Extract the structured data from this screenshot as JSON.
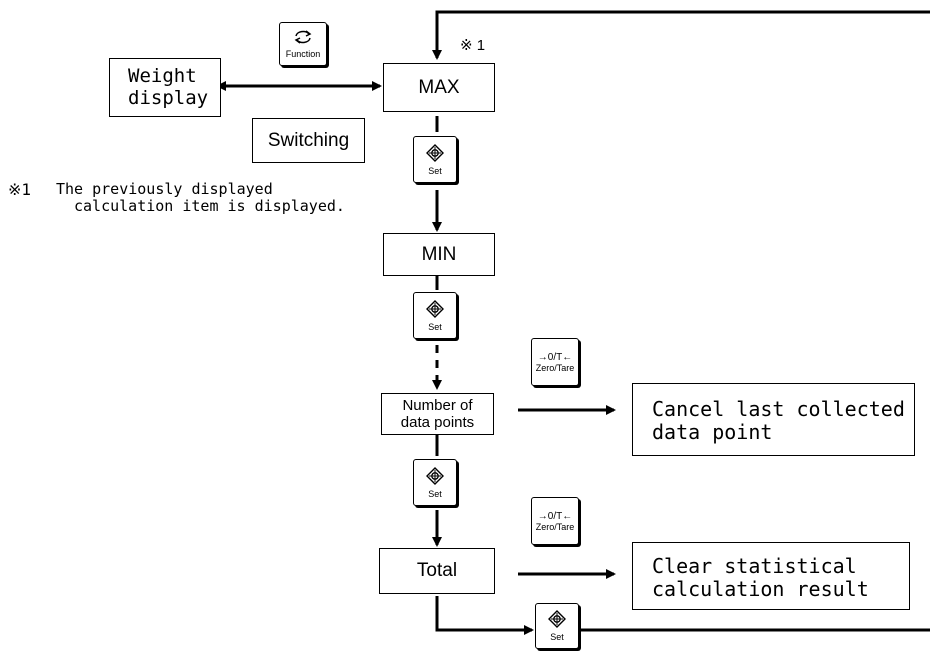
{
  "boxes": {
    "weight_display": "Weight\ndisplay",
    "switching": "Switching",
    "max": "MAX",
    "min": "MIN",
    "number_of_data_points": "Number of\ndata points",
    "total": "Total",
    "cancel_last": "Cancel last collected\ndata point",
    "clear_stat": "Clear statistical\ncalculation result"
  },
  "keys": {
    "function_label": "Function",
    "set_label": "Set",
    "zero_tare_symbol": "→0/T←",
    "zero_tare_label": "Zero/Tare"
  },
  "notes": {
    "marker": "※ 1",
    "footnote_mark": "※1",
    "footnote_line1": "The previously displayed",
    "footnote_line2": "calculation item is displayed."
  },
  "icons": {
    "function_icon": "cycle-arrows-icon",
    "set_icon": "diamond-target-icon"
  }
}
